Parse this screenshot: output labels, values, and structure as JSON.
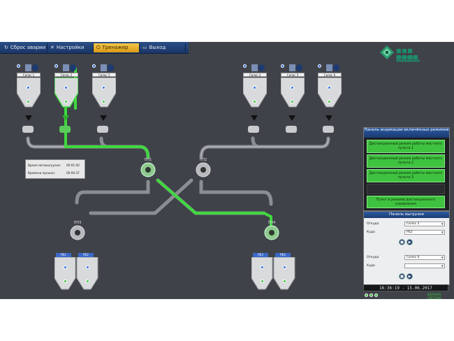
{
  "menu": {
    "items": [
      {
        "label": "Сброс аварии",
        "icon": "reset-alarm-icon"
      },
      {
        "label": "Настройки",
        "icon": "wrench-icon"
      },
      {
        "label": "Тренажер",
        "icon": "power-icon",
        "active": true
      },
      {
        "label": "Выход",
        "icon": "exit-icon"
      }
    ]
  },
  "silos": [
    {
      "label": "Силос 1"
    },
    {
      "label": "Силос 2"
    },
    {
      "label": "Силос 3"
    },
    {
      "label": "Силос 4"
    },
    {
      "label": "Силос 5"
    },
    {
      "label": "Силос 6"
    }
  ],
  "switches": {
    "pp1": "ПП1",
    "pp2": "ПП2",
    "pp3": "ПП3",
    "pp4": "ПП4"
  },
  "hopper_labels": {
    "a": "РБ1",
    "b": "РБ2",
    "c": "РБ3",
    "d": "РБ4"
  },
  "info": {
    "row1_label": "Время автовыгрузки:",
    "row1_value": "00:01:00",
    "row2_label": "Времени прошло:",
    "row2_value": "00:00:37"
  },
  "indicator_panel": {
    "title": "Панель индикации включённых режимов",
    "modes": [
      "Дистанционный режим работы местного пульта 1",
      "Дистанционный режим работы местного пульта 2",
      "Дистанционный режим работы местного пульта 3",
      "Пульт в режиме дистанционного управления"
    ]
  },
  "unload_panel": {
    "title": "Панель выгрузки",
    "from_label": "Откуда",
    "to_label": "Куда",
    "route1_from": "Силос 2",
    "route1_to": "РБ2",
    "route2_from": "Силос 6",
    "route2_to": ""
  },
  "clock": "16:36:19 - 15.06.2017",
  "status_text": "ВЕРХНЯЯ СИСТЕМА",
  "colors": {
    "active_line": "#3fd83f",
    "pipe": "#8a8d92",
    "menu": "#1b3566",
    "accent": "#f2c64a"
  }
}
